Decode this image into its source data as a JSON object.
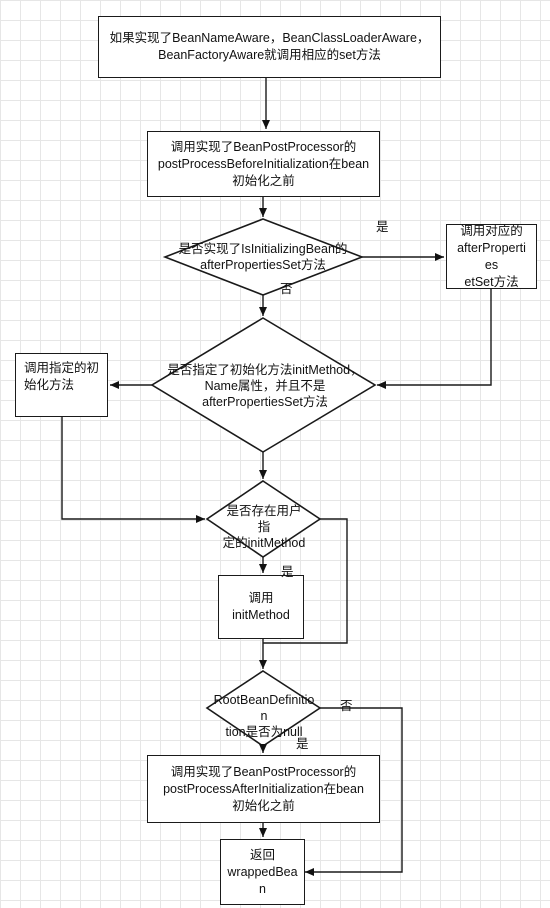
{
  "nodes": {
    "aware": "如果实现了BeanNameAware，BeanClassLoaderAware，\nBeanFactoryAware就调用相应的set方法",
    "before_init": "调用实现了BeanPostProcessor的\npostProcessBeforeInitialization在bean\n初始化之前",
    "is_initializing": "是否实现了IsInitializingBean的\nafterPropertiesSet方法",
    "call_after_props": "调用对应的\nafterProperties\netSet方法",
    "init_method_check": "是否指定了初始化方法initMethod，\nName属性，并且不是\nafterPropertiesSet方法",
    "call_specified_init": "调用指定的初\n始化方法",
    "user_init_exists": "是否存在用户指\n定的initMethod",
    "call_init_method": "调用\ninitMethod",
    "rbd_null": "RootBeanDefinition\ntion是否为null",
    "after_init": "调用实现了BeanPostProcessor的\npostProcessAfterInitialization在bean\n初始化之前",
    "return_bean": "返回\nwrappedBea\nn"
  },
  "labels": {
    "yes_after_props": "是",
    "no_after_props": "否",
    "yes_user_init": "是",
    "no_rbd": "否",
    "yes_rbd": "是"
  }
}
